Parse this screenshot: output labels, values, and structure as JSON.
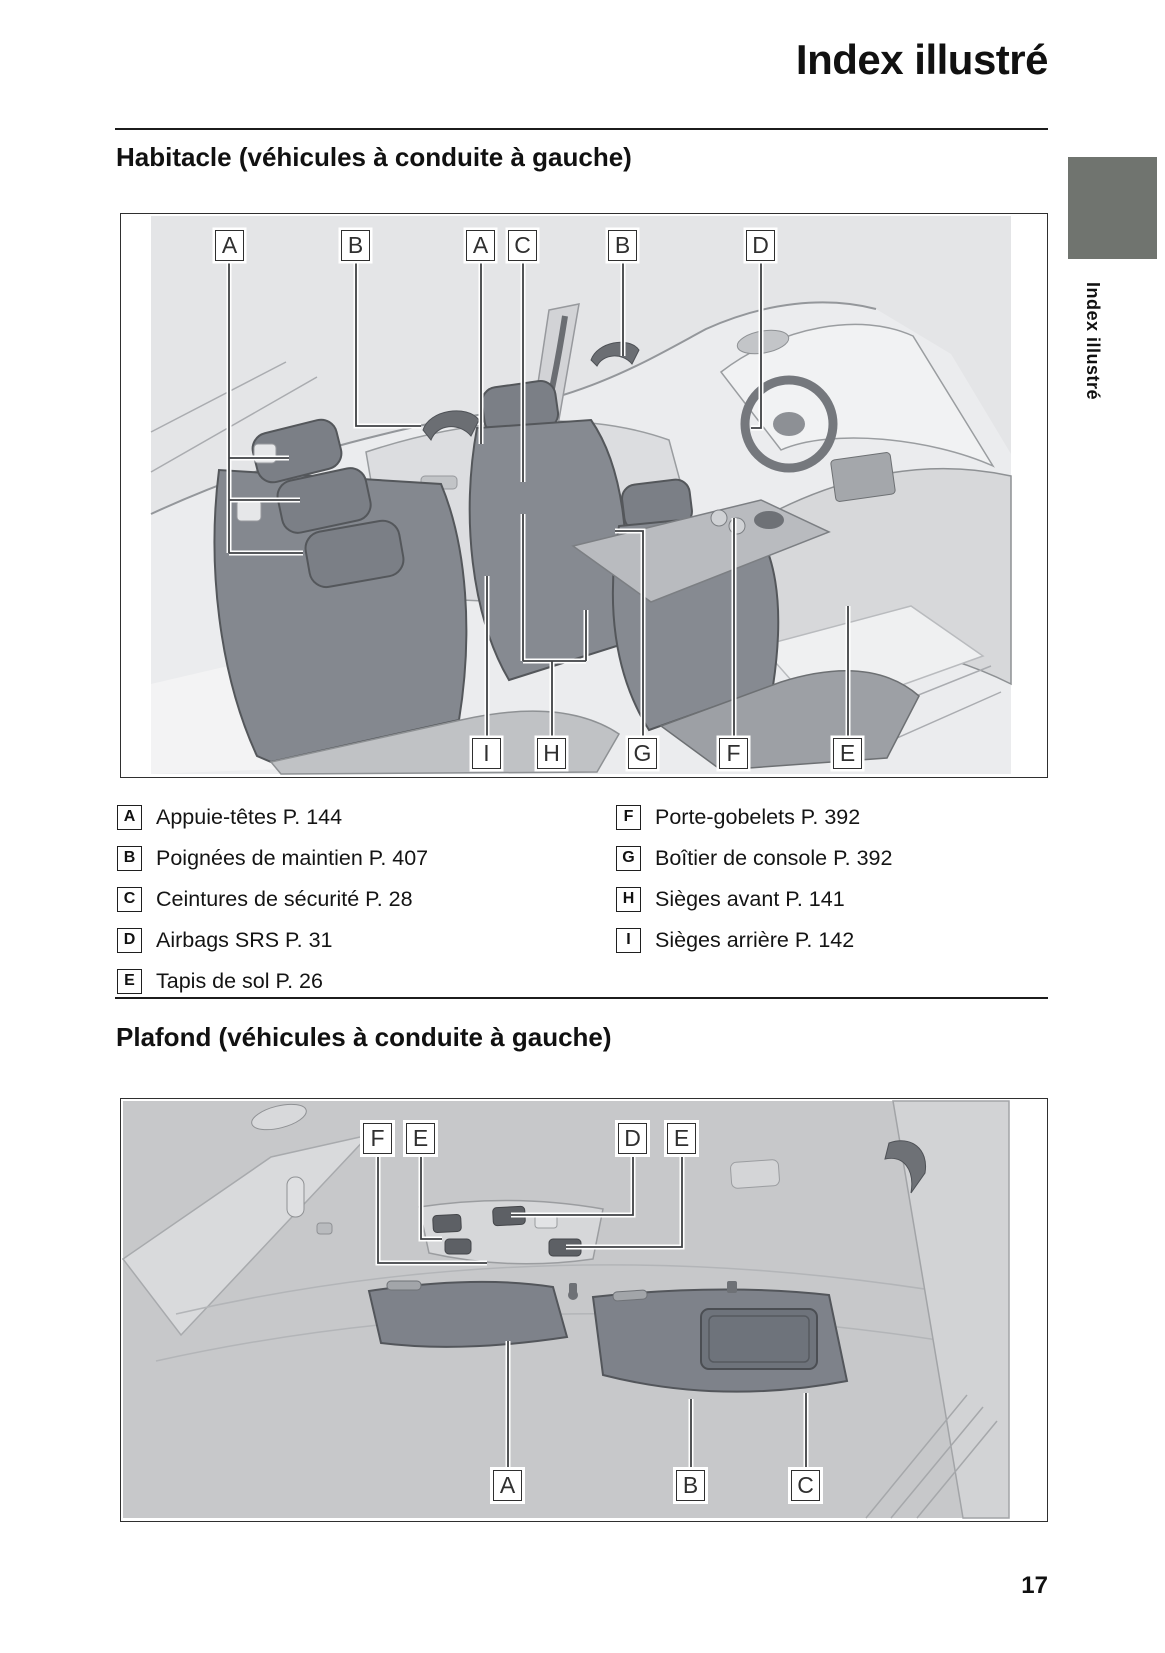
{
  "page": {
    "title": "Index illustré",
    "page_number": "17",
    "side_tab_label": "Index illustré",
    "side_tab_color": "#70746f"
  },
  "section1": {
    "heading": "Habitacle (véhicules à conduite à gauche)",
    "callouts_top": [
      "A",
      "B",
      "A",
      "C",
      "B",
      "D"
    ],
    "callouts_bottom": [
      "I",
      "H",
      "G",
      "F",
      "E"
    ],
    "legend_left": [
      {
        "key": "A",
        "label": "Appuie-têtes P. 144"
      },
      {
        "key": "B",
        "label": "Poignées de maintien P. 407"
      },
      {
        "key": "C",
        "label": "Ceintures de sécurité P. 28"
      },
      {
        "key": "D",
        "label": "Airbags SRS P. 31"
      },
      {
        "key": "E",
        "label": "Tapis de sol P. 26"
      }
    ],
    "legend_right": [
      {
        "key": "F",
        "label": "Porte-gobelets P. 392"
      },
      {
        "key": "G",
        "label": "Boîtier de console P. 392"
      },
      {
        "key": "H",
        "label": "Sièges avant P. 141"
      },
      {
        "key": "I",
        "label": "Sièges arrière P. 142"
      }
    ]
  },
  "section2": {
    "heading": "Plafond (véhicules à conduite à gauche)",
    "callouts_top": [
      "F",
      "E",
      "D",
      "E"
    ],
    "callouts_bottom": [
      "A",
      "B",
      "C"
    ]
  }
}
